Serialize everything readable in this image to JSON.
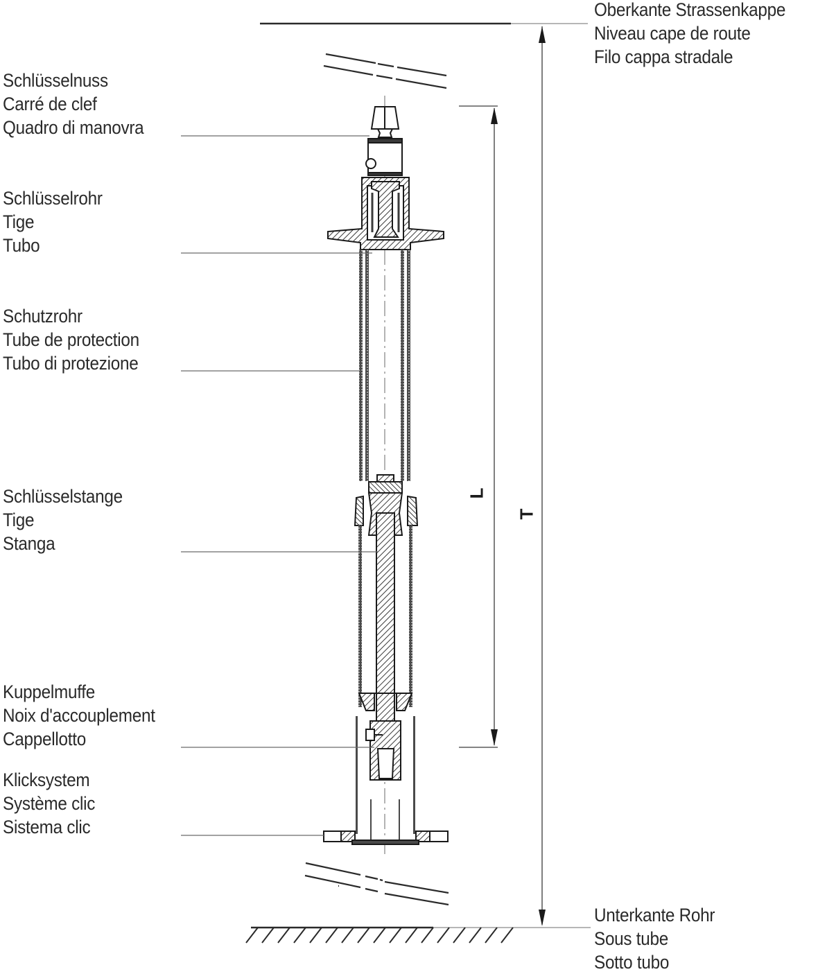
{
  "diagram": {
    "type": "technical-section-drawing",
    "subject": "Valve key extension (Einbaugarnitur)",
    "colors": {
      "line": "#2a2a2a",
      "leader": "#6a6a6a",
      "hatch": "#444444",
      "text": "#2a2a2a"
    }
  },
  "labels_left": [
    {
      "id": "key-nut",
      "lines": [
        "Schlüsselnuss",
        "Carré de clef",
        "Quadro di manovra"
      ]
    },
    {
      "id": "key-tube",
      "lines": [
        "Schlüsselrohr",
        "Tige",
        "Tubo"
      ]
    },
    {
      "id": "protection-tube",
      "lines": [
        "Schutzrohr",
        "Tube de protection",
        "Tubo di protezione"
      ]
    },
    {
      "id": "key-rod",
      "lines": [
        "Schlüsselstange",
        "Tige",
        "Stanga"
      ]
    },
    {
      "id": "coupling-sleeve",
      "lines": [
        "Kuppelmuffe",
        "Noix d'accouplement",
        "Cappellotto"
      ]
    },
    {
      "id": "click-system",
      "lines": [
        "Klicksystem",
        "Système clic",
        "Sistema clic"
      ]
    }
  ],
  "labels_right": [
    {
      "id": "top-road-cap",
      "lines": [
        "Oberkante Strassenkappe",
        "Niveau cape de route",
        "Filo cappa stradale"
      ]
    },
    {
      "id": "bottom-pipe",
      "lines": [
        "Unterkante Rohr",
        "Sous tube",
        "Sotto tubo"
      ]
    }
  ],
  "dimensions": {
    "L": "L",
    "T": "T"
  }
}
